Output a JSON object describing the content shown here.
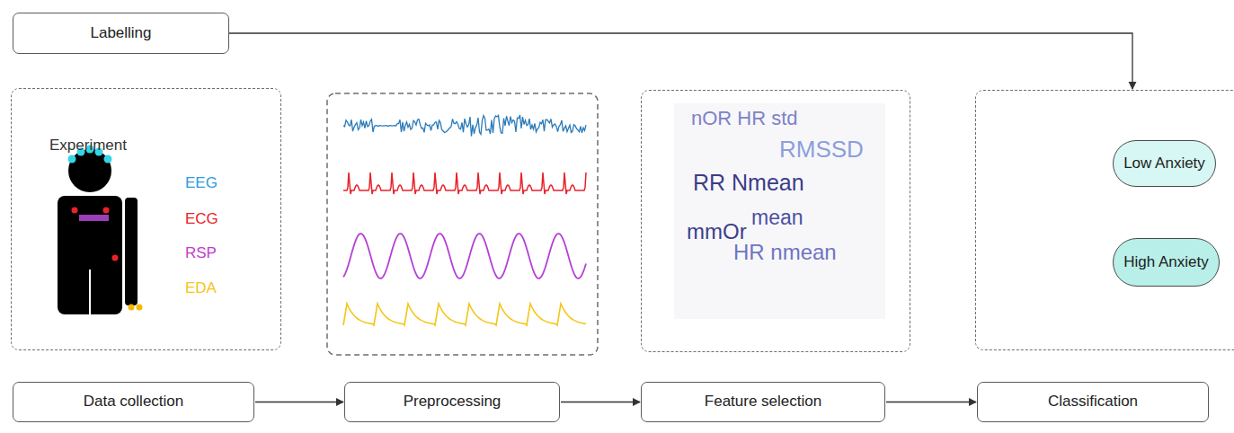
{
  "diagram": {
    "nodes": [
      {
        "text": [
          "Labelling"
        ]
      },
      {
        "text": [
          "Experiment",
          "EEG",
          "ECG",
          "RSP",
          "EDA"
        ]
      },
      {
        "text": [
          "nOR HR std",
          "RMSSD",
          "RR Nmean",
          "mmOr",
          "mean",
          "HR nmean"
        ]
      },
      {
        "text": []
      },
      {
        "text": [
          "Low Anxiety"
        ],
        "in": 3
      },
      {
        "text": [
          "High Anxiety"
        ],
        "in": 3
      },
      {
        "text": [
          "Data collection"
        ]
      },
      {
        "text": [
          "Preprocessing"
        ]
      },
      {
        "text": [
          "Feature selection"
        ]
      },
      {
        "text": [
          "Classification"
        ]
      }
    ],
    "edges": [
      {
        "from": 0,
        "to": 3,
        "arrow": "to"
      },
      {
        "from": 6,
        "to": 7,
        "arrow": "to"
      },
      {
        "from": 7,
        "to": 8,
        "arrow": "to"
      },
      {
        "from": 8,
        "to": 9,
        "arrow": "to"
      }
    ]
  }
}
